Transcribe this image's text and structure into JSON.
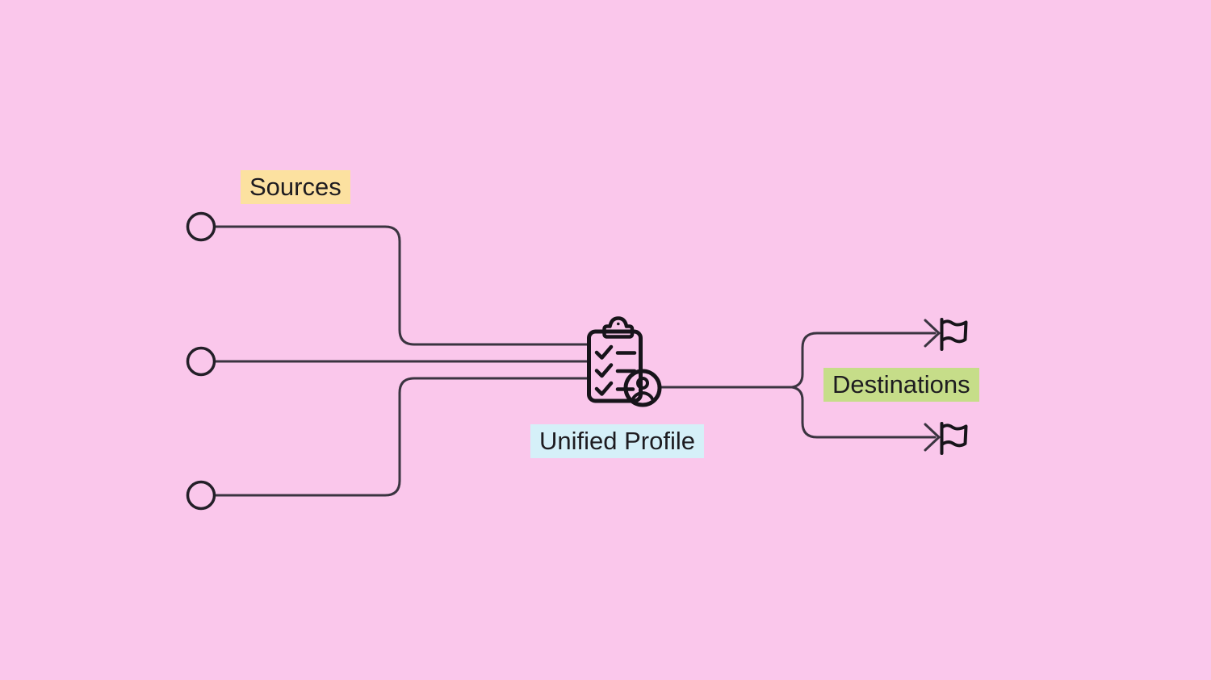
{
  "theme": {
    "bg": "#FAC7EB",
    "line": "#3A3440",
    "node": "#231F28",
    "icon": "#17141A",
    "text": "#1E1C20",
    "highlight-sources": "#FCE1A0",
    "highlight-profile": "#D5F0F8",
    "highlight-destinations": "#C6DD89"
  },
  "diagram": {
    "sources": {
      "label": "Sources",
      "node_count": 3,
      "icon": "circle-node-icon"
    },
    "profile": {
      "label": "Unified Profile",
      "icon": "clipboard-checklist-user-icon"
    },
    "destinations": {
      "label": "Destinations",
      "node_count": 2,
      "icon": "flag-icon"
    }
  }
}
